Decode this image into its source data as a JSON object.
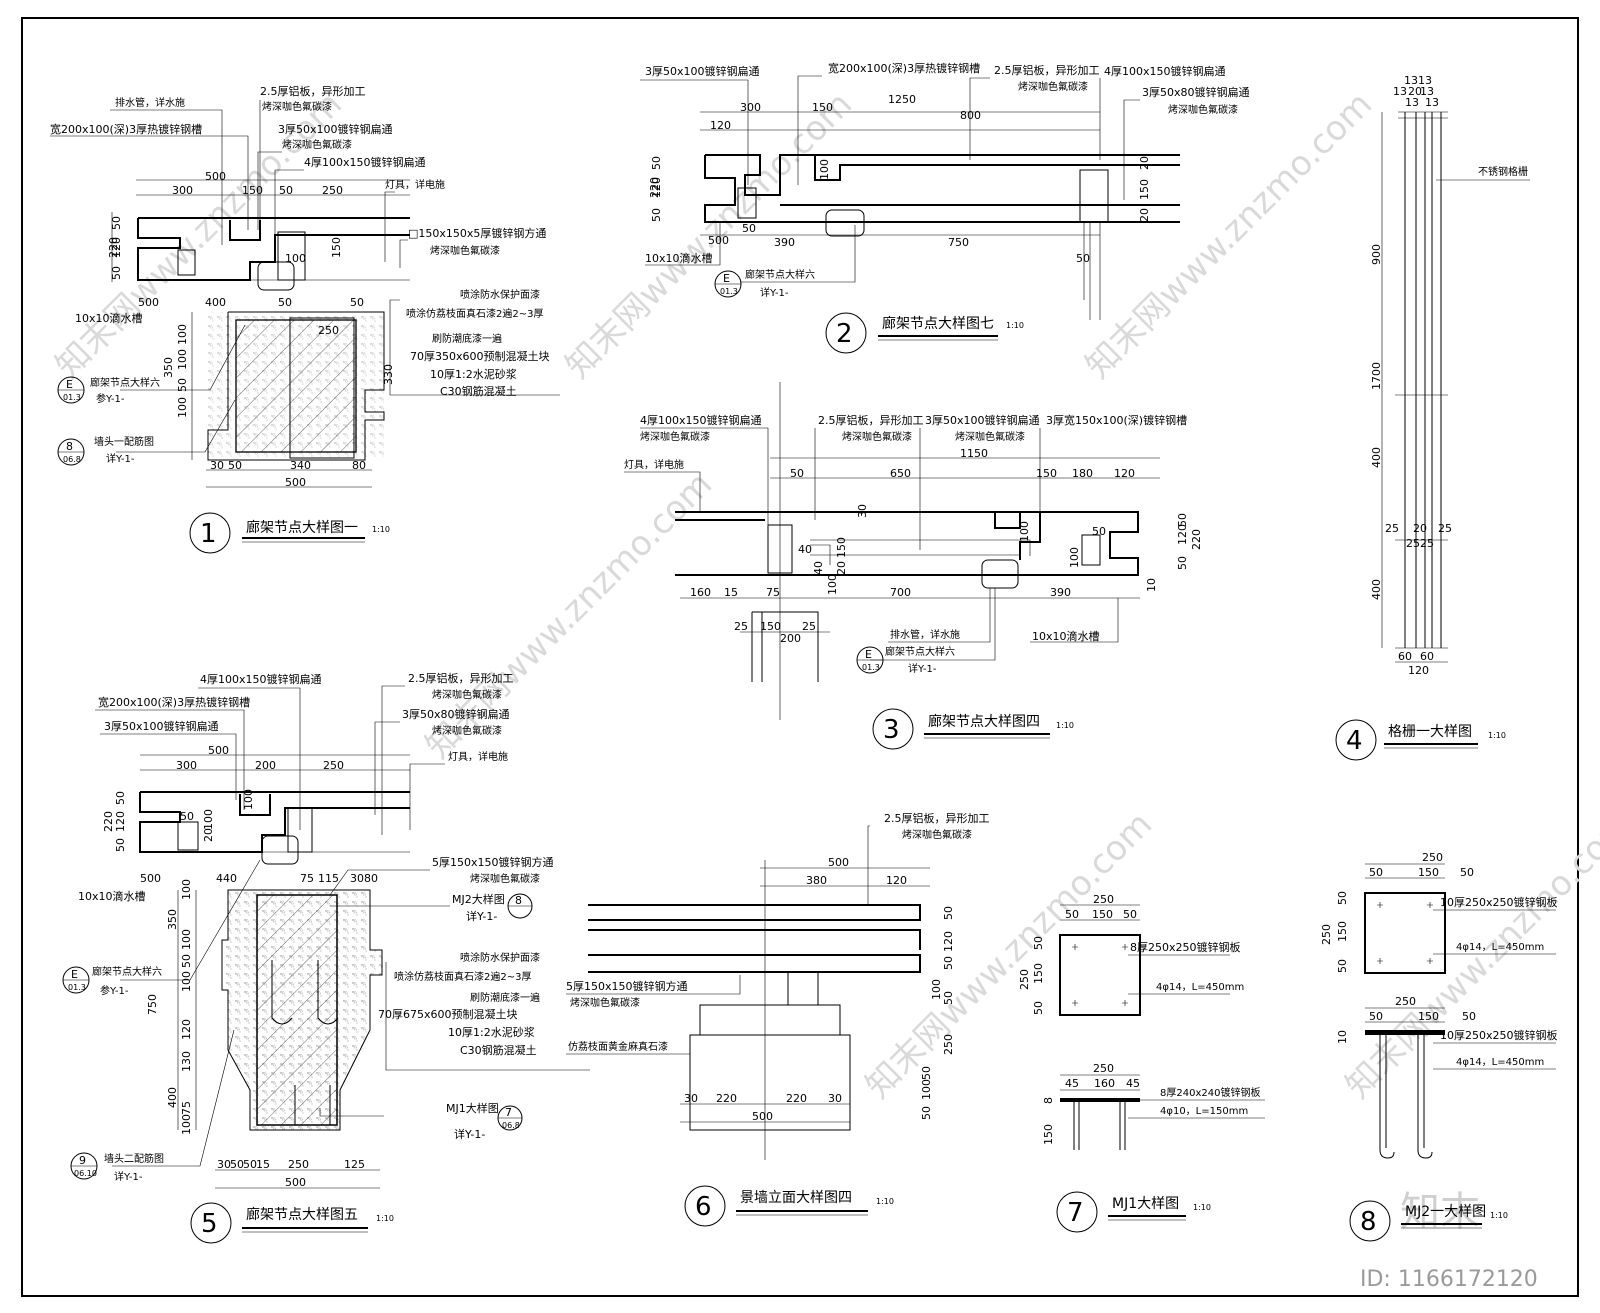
{
  "watermark": {
    "site_text": "知末网www.znzmo.com",
    "logo": "知末",
    "id": "ID: 1166172120"
  },
  "details": [
    {
      "number": "1",
      "title": "廊架节点大样图一",
      "scale": "1:10",
      "notes": [
        "排水管，详水施",
        "2.5厚铝板，异形加工",
        "烤深咖色氟碳漆",
        "宽200x100(深)3厚热镀锌钢槽",
        "3厚50x100镀锌钢扁通",
        "烤深咖色氟碳漆",
        "4厚100x150镀锌钢扁通",
        "灯具，详电施",
        "□150x150x5厚镀锌钢方通",
        "烤深咖色氟碳漆",
        "喷涂防水保护面漆",
        "喷涂仿荔枝面真石漆2遍2~3厚",
        "刷防潮底漆一遍",
        "70厚350x600预制混凝土块",
        "10厚1:2水泥砂浆",
        "C30钢筋混凝土",
        "10x10滴水槽",
        "廊架节点大样六",
        "参Y-1-",
        "墙头一配筋图",
        "详Y-1-"
      ],
      "dims": [
        "500",
        "300",
        "150",
        "50",
        "250",
        "220",
        "50",
        "120",
        "50",
        "100",
        "150",
        "500",
        "400",
        "50",
        "100",
        "30",
        "50",
        "100",
        "250",
        "100",
        "350",
        "100",
        "50",
        "100",
        "330",
        "30",
        "50",
        "340",
        "80",
        "500"
      ],
      "callouts": [
        {
          "top": "E",
          "bottom": "01.3"
        },
        {
          "top": "8",
          "bottom": "06.8"
        }
      ]
    },
    {
      "number": "2",
      "title": "廊架节点大样图七",
      "scale": "1:10",
      "notes": [
        "3厚50x100镀锌钢扁通",
        "宽200x100(深)3厚热镀锌钢槽",
        "2.5厚铝板，异形加工",
        "烤深咖色氟碳漆",
        "4厚100x150镀锌钢扁通",
        "3厚50x80镀锌钢扁通",
        "烤深咖色氟碳漆",
        "10x10滴水槽",
        "廊架节点大样六",
        "详Y-1-"
      ],
      "dims": [
        "300",
        "150",
        "1250",
        "120",
        "800",
        "220",
        "50",
        "120",
        "50",
        "100",
        "20",
        "150",
        "20",
        "500",
        "50",
        "390",
        "750",
        "50"
      ],
      "callouts": [
        {
          "top": "E",
          "bottom": "01.3"
        }
      ]
    },
    {
      "number": "3",
      "title": "廊架节点大样图四",
      "scale": "1:10",
      "notes": [
        "4厚100x150镀锌钢扁通",
        "烤深咖色氟碳漆",
        "2.5厚铝板，异形加工",
        "烤深咖色氟碳漆",
        "3厚50x100镀锌钢扁通",
        "烤深咖色氟碳漆",
        "3厚宽150x100(深)镀锌钢槽",
        "灯具，详电施",
        "排水管，详水施",
        "10x10滴水槽",
        "廊架节点大样六",
        "详Y-1-"
      ],
      "dims": [
        "1150",
        "50",
        "650",
        "150",
        "180",
        "120",
        "30",
        "50",
        "120",
        "50",
        "220",
        "100",
        "100",
        "50",
        "40",
        "40",
        "150",
        "20",
        "100",
        "160",
        "15",
        "75",
        "700",
        "390",
        "150",
        "10",
        "25",
        "150",
        "25",
        "200"
      ],
      "callouts": [
        {
          "top": "E",
          "bottom": "01.3"
        }
      ]
    },
    {
      "number": "4",
      "title": "格栅一大样图",
      "scale": "1:10",
      "notes": [
        "不锈钢格栅"
      ],
      "dims": [
        "1313",
        "3",
        "13",
        "13",
        "13",
        "20",
        "13",
        "13",
        "13",
        "13",
        "900",
        "1700",
        "400",
        "25",
        "20",
        "25",
        "25",
        "25",
        "400",
        "60",
        "60",
        "120"
      ]
    },
    {
      "number": "5",
      "title": "廊架节点大样图五",
      "scale": "1:10",
      "notes": [
        "4厚100x150镀锌钢扁通",
        "宽200x100(深)3厚热镀锌钢槽",
        "3厚50x100镀锌钢扁通",
        "2.5厚铝板，异形加工",
        "烤深咖色氟碳漆",
        "3厚50x80镀锌钢扁通",
        "烤深咖色氟碳漆",
        "灯具，详电施",
        "5厚150x150镀锌钢方通",
        "烤深咖色氟碳漆",
        "MJ2大样图",
        "详Y-1-",
        "喷涂防水保护面漆",
        "喷涂仿荔枝面真石漆2遍2~3厚",
        "刷防潮底漆一遍",
        "70厚675x600预制混凝土块",
        "10厚1:2水泥砂浆",
        "C30钢筋混凝土",
        "MJ1大样图",
        "详Y-1-",
        "10x10滴水槽",
        "廊架节点大样六",
        "参Y-1-",
        "墙头二配筋图",
        "详Y-1-"
      ],
      "dims": [
        "500",
        "300",
        "200",
        "250",
        "220",
        "50",
        "120",
        "50",
        "50",
        "20",
        "100",
        "100",
        "500",
        "440",
        "75",
        "115",
        "30",
        "80",
        "100",
        "350",
        "100",
        "50",
        "100",
        "750",
        "120",
        "130",
        "400",
        "75",
        "100",
        "30",
        "50",
        "50",
        "15",
        "250",
        "125",
        "500"
      ],
      "callouts": [
        {
          "top": "E",
          "bottom": "01.3"
        },
        {
          "top": "8",
          "bottom": "06.8"
        },
        {
          "top": "9",
          "bottom": "06.10"
        },
        {
          "top": "7",
          "bottom": "06.8"
        }
      ]
    },
    {
      "number": "6",
      "title": "景墙立面大样图四",
      "scale": "1:10",
      "notes": [
        "2.5厚铝板，异形加工",
        "烤深咖色氟碳漆",
        "5厚150x150镀锌钢方通",
        "烤深咖色氟碳漆",
        "仿荔枝面黄金麻真石漆"
      ],
      "dims": [
        "500",
        "380",
        "120",
        "50",
        "120",
        "50",
        "100",
        "50",
        "250",
        "50",
        "100",
        "50",
        "30",
        "220",
        "220",
        "30",
        "500"
      ]
    },
    {
      "number": "7",
      "title": "MJ1大样图",
      "scale": "1:10",
      "notes": [
        "8厚250x250镀锌钢板",
        "4φ14，L=450mm",
        "8厚240x240镀锌钢板",
        "4φ10，L=150mm"
      ],
      "dims": [
        "250",
        "50",
        "150",
        "50",
        "250",
        "50",
        "150",
        "50",
        "250",
        "45",
        "160",
        "45",
        "8",
        "150"
      ]
    },
    {
      "number": "8",
      "title": "MJ2一大样图",
      "scale": "1:10",
      "notes": [
        "10厚250x250镀锌钢板",
        "4φ14，L=450mm",
        "10厚250x250镀锌钢板",
        "4φ14，L=450mm"
      ],
      "dims": [
        "250",
        "50",
        "150",
        "50",
        "250",
        "50",
        "150",
        "50",
        "250",
        "50",
        "150",
        "50",
        "10"
      ]
    }
  ]
}
